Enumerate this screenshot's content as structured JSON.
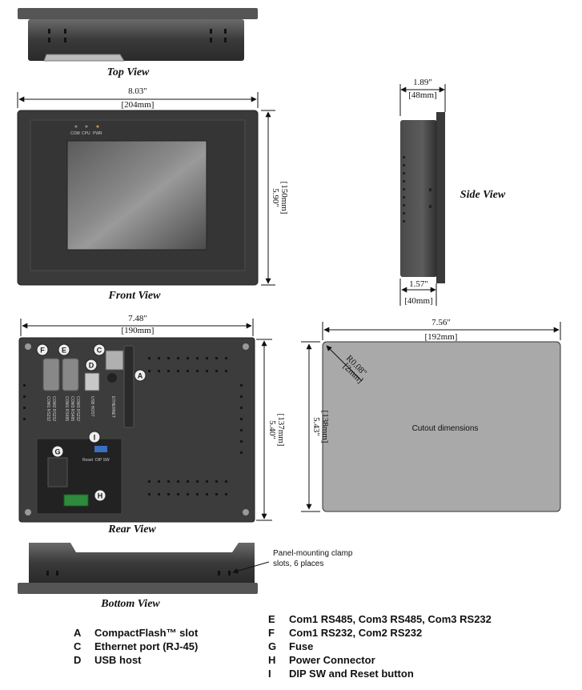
{
  "views": {
    "top": "Top View",
    "front": "Front View",
    "side": "Side View",
    "rear": "Rear View",
    "bottom": "Bottom View"
  },
  "dimensions": {
    "front_width_in": "8.03\"",
    "front_width_mm": "[204mm]",
    "front_height_in": "5.90\"",
    "front_height_mm": "[150mm]",
    "side_depth_in": "1.89\"",
    "side_depth_mm": "[48mm]",
    "side_inner_in": "1.57\"",
    "side_inner_mm": "[40mm]",
    "rear_width_in": "7.48\"",
    "rear_width_mm": "[190mm]",
    "rear_height_in": "5.40\"",
    "rear_height_mm": "[137mm]",
    "cutout_width_in": "7.56\"",
    "cutout_width_mm": "[192mm]",
    "cutout_height_in": "5.43\"",
    "cutout_height_mm": "[138mm]",
    "radius_in": "R0.08\"",
    "radius_mm": "[2mm]"
  },
  "cutout_label": "Cutout dimensions",
  "clamp_note": [
    "Panel-mounting clamp",
    "slots, 6 places"
  ],
  "front_leds": [
    "COM",
    "CPU",
    "PWR"
  ],
  "rear_silk": {
    "com1": "COM1 RS232",
    "com2": "COM2 RS232",
    "com3": "COM1 RS485",
    "com4": "COM3 RS485",
    "com5": "COM3 RS232",
    "usb": "USB HOST",
    "eth": "ETHERNET",
    "reset": "Reset",
    "dipsw": "DIP SW"
  },
  "callouts": [
    "A",
    "C",
    "D",
    "E",
    "F",
    "G",
    "H",
    "I"
  ],
  "legend_left": [
    {
      "key": "A",
      "text": "CompactFlash™ slot"
    },
    {
      "key": "C",
      "text": "Ethernet port (RJ-45)"
    },
    {
      "key": "D",
      "text": "USB host"
    }
  ],
  "legend_right": [
    {
      "key": "E",
      "text": "Com1 RS485, Com3 RS485, Com3 RS232"
    },
    {
      "key": "F",
      "text": "Com1 RS232, Com2 RS232"
    },
    {
      "key": "G",
      "text": "Fuse"
    },
    {
      "key": "H",
      "text": "Power Connector"
    },
    {
      "key": "I",
      "text": "DIP SW and Reset button"
    }
  ]
}
